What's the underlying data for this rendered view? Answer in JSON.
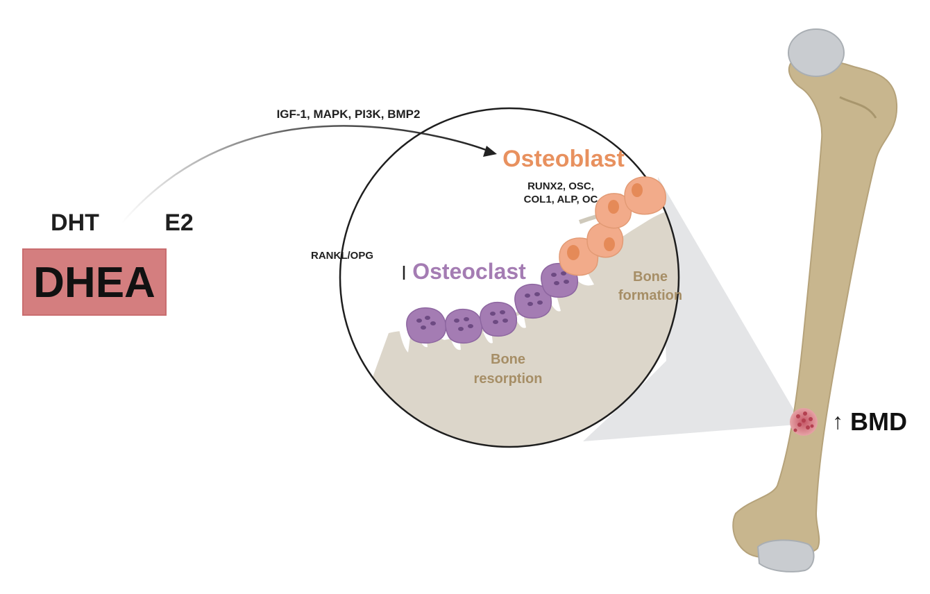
{
  "labels": {
    "dhea": "DHEA",
    "dht": "DHT",
    "e2": "E2",
    "pathway_top": "IGF-1, MAPK, PI3K, BMP2",
    "pathway_mid": "RANKL/OPG",
    "osteoblast": "Osteoblast",
    "osteoblast_markers_line1": "RUNX2, OSC,",
    "osteoblast_markers_line2": "COL1, ALP, OC",
    "osteoclast": "Osteoclast",
    "bone_formation_line1": "Bone",
    "bone_formation_line2": "formation",
    "bone_resorption_line1": "Bone",
    "bone_resorption_line2": "resorption",
    "bmd": "BMD",
    "bmd_arrow": "↑"
  },
  "colors": {
    "dhea_box": "#d47e7f",
    "osteoblast": "#e8915f",
    "osteoclast": "#a47cb3",
    "bone_text": "#a68e66",
    "bone_bg": "#dcd6ca",
    "femur": "#c8b68e",
    "femur_joint": "#c9ccd0",
    "text_dark": "#1f1f1f"
  },
  "icons": {
    "activation_arrow": "arrow-head-icon",
    "inhibition": "inhibition-bar-icon",
    "bone": "femur-icon"
  }
}
